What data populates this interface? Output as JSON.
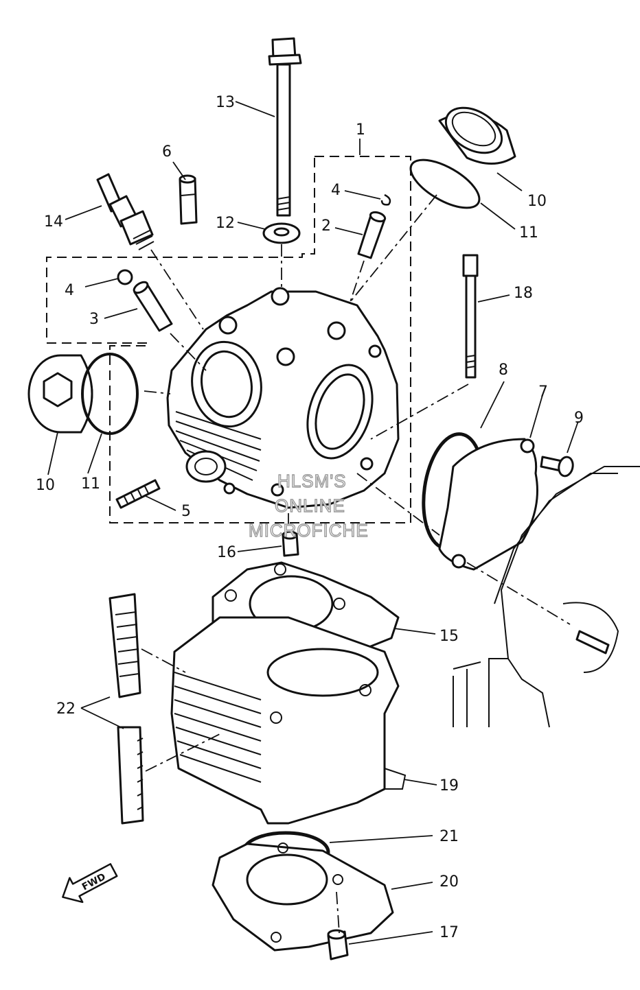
{
  "diagram": {
    "part_numbers": {
      "p1": "1",
      "p2": "2",
      "p3": "3",
      "p4a": "4",
      "p4b": "4",
      "p5": "5",
      "p6": "6",
      "p7": "7",
      "p8": "8",
      "p9": "9",
      "p10a": "10",
      "p10b": "10",
      "p11a": "11",
      "p11b": "11",
      "p12": "12",
      "p13": "13",
      "p14": "14",
      "p15": "15",
      "p16": "16",
      "p17": "17",
      "p18": "18",
      "p19": "19",
      "p20": "20",
      "p21": "21",
      "p22": "22"
    },
    "watermark": [
      "HLSM'S",
      "ONLINE",
      "MICROFICHE"
    ],
    "direction_label": "FWD"
  }
}
